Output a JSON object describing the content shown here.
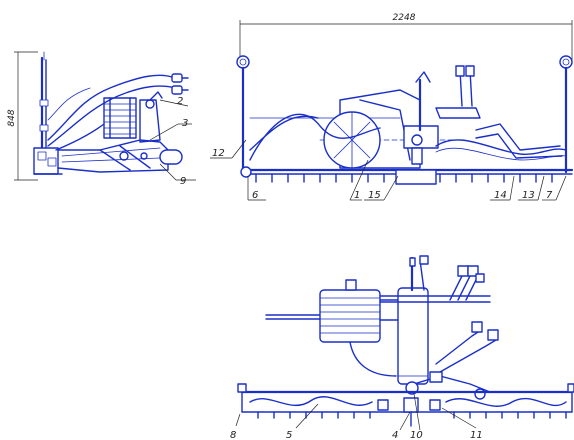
{
  "dimensions": {
    "overall_width": "2248",
    "side_height": "848"
  },
  "callouts": {
    "c1": "1",
    "c2": "2",
    "c3": "3",
    "c5": "5",
    "c6": "6",
    "c7": "7",
    "c8": "8",
    "c9": "9",
    "c10": "10",
    "c11": "11",
    "c12": "12",
    "c13": "13",
    "c14": "14",
    "c15": "15",
    "c4": "4"
  },
  "colors": {
    "line": "#1a2fc8",
    "leader": "#222222"
  }
}
